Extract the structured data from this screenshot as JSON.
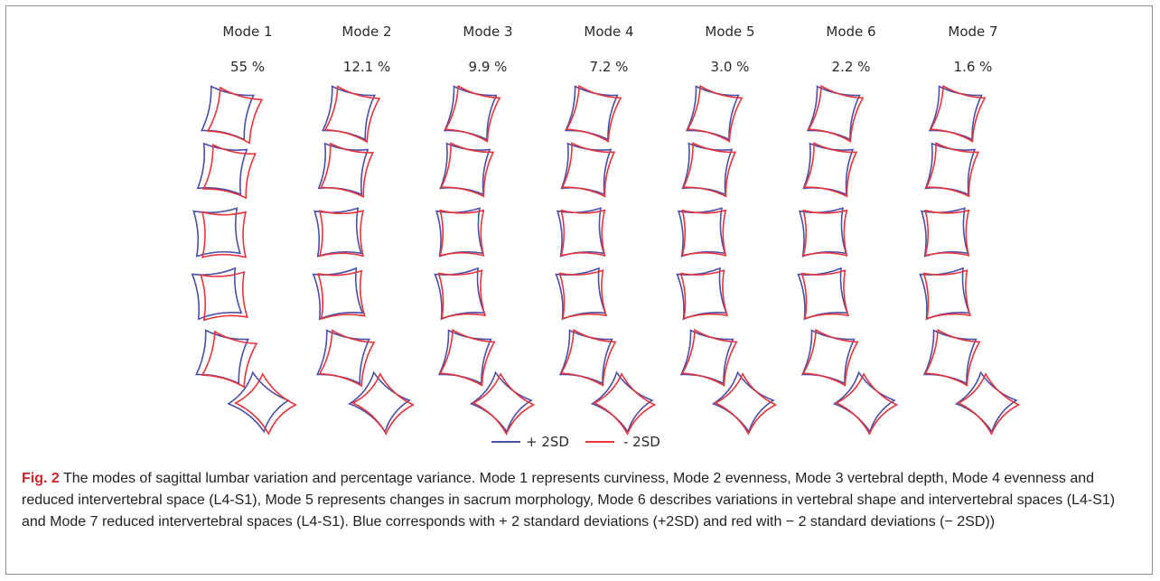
{
  "figure": {
    "modes": [
      {
        "label": "Mode 1",
        "percent": "55 %"
      },
      {
        "label": "Mode 2",
        "percent": "12.1 %"
      },
      {
        "label": "Mode 3",
        "percent": "9.9 %"
      },
      {
        "label": "Mode 4",
        "percent": "7.2 %"
      },
      {
        "label": "Mode 5",
        "percent": "3.0 %"
      },
      {
        "label": "Mode 6",
        "percent": "2.2 %"
      },
      {
        "label": "Mode 7",
        "percent": "1.6 %"
      }
    ],
    "legend": [
      {
        "label": "+ 2SD",
        "color": "#4a4fa8"
      },
      {
        "label": "- 2SD",
        "color": "#e8343a"
      }
    ]
  },
  "caption": {
    "label": "Fig. 2",
    "text": " The modes of sagittal lumbar variation and percentage variance. Mode 1 represents curviness, Mode 2 evenness, Mode 3 vertebral depth, Mode 4 evenness and reduced intervertebral space (L4-S1), Mode 5 represents changes in sacrum morphology, Mode 6 describes variations in vertebral shape and intervertebral spaces (L4-S1) and Mode 7 reduced intervertebral spaces (L4-S1). Blue corresponds with + 2 standard deviations (+2SD) and red with − 2 standard deviations (− 2SD))"
  }
}
